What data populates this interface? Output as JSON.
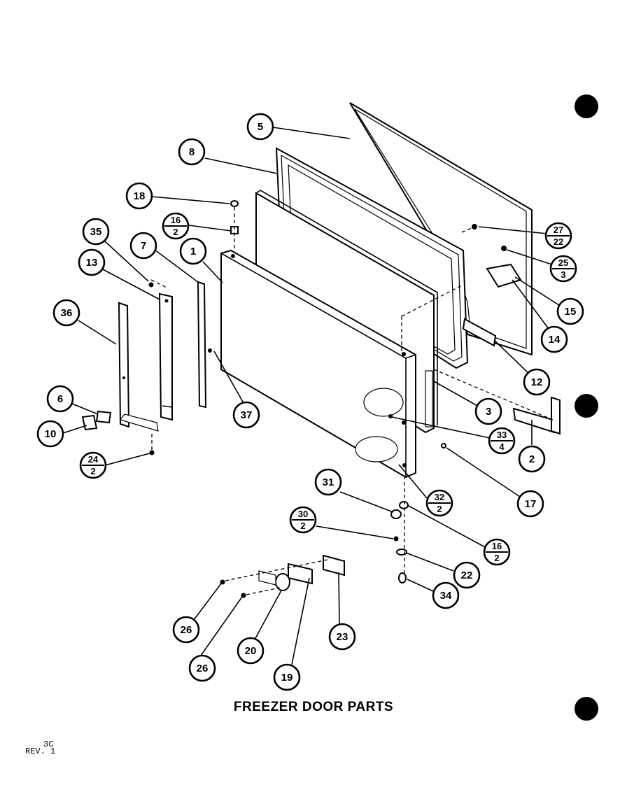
{
  "caption": "FREEZER DOOR PARTS",
  "revision": {
    "prefix": "REV.",
    "number": "1",
    "superscript": "3C"
  },
  "callouts": {
    "c1": "1",
    "c2": "2",
    "c3": "3",
    "c5": "5",
    "c6": "6",
    "c7": "7",
    "c8": "8",
    "c10": "10",
    "c12": "12",
    "c13": "13",
    "c14": "14",
    "c15": "15",
    "c17": "17",
    "c18": "18",
    "c19": "19",
    "c20": "20",
    "c22": "22",
    "c23": "23",
    "c26a": "26",
    "c26b": "26",
    "c31": "31",
    "c34": "34",
    "c35": "35",
    "c36": "36",
    "c37": "37"
  },
  "fraction_callouts": {
    "f16a": {
      "top": "16",
      "bottom": "2"
    },
    "f27": {
      "top": "27",
      "bottom": "22"
    },
    "f25": {
      "top": "25",
      "bottom": "3"
    },
    "f33": {
      "top": "33",
      "bottom": "4"
    },
    "f24": {
      "top": "24",
      "bottom": "2"
    },
    "f32": {
      "top": "32",
      "bottom": "2"
    },
    "f30": {
      "top": "30",
      "bottom": "2"
    },
    "f16b": {
      "top": "16",
      "bottom": "2"
    }
  }
}
